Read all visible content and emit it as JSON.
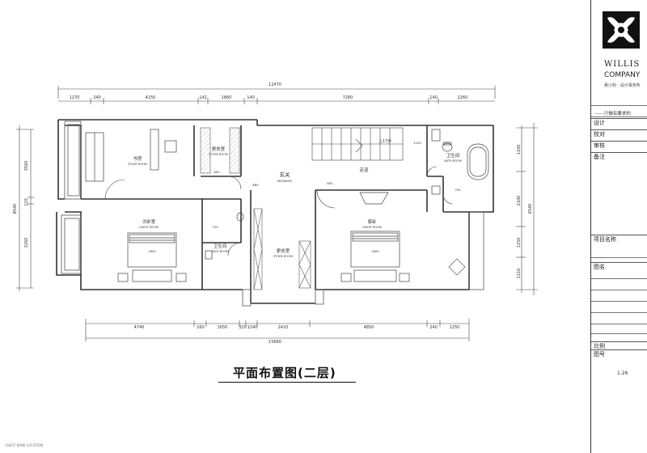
{
  "drawing": {
    "title": "平面布置图(二层)",
    "footer_note": "CHEST BANK LOCATION"
  },
  "dimensions": {
    "top_total": "12470",
    "top_segments": [
      "1270",
      "240",
      "4150",
      "142",
      "1860",
      "140",
      "7260",
      "140",
      "2260"
    ],
    "bottom_total": "15660",
    "bottom_segments": [
      "4740",
      "160",
      "1650",
      "320",
      "1240",
      "2410",
      "4850",
      "240",
      "1250"
    ],
    "left_total": "8540",
    "left_segments": [
      "3560",
      "120",
      "3260"
    ],
    "right_total": "6540",
    "right_segments": [
      "1100",
      "2100",
      "1150",
      "1110"
    ],
    "inner": [
      "1100",
      "850",
      "600",
      "720",
      "1800",
      "700",
      "1800",
      "880"
    ]
  },
  "rooms": {
    "study": {
      "cn": "书房",
      "en": "STUDY ROOM"
    },
    "store1": {
      "cn": "更衣室",
      "en": "STORE ROOM"
    },
    "entrance": {
      "cn": "玄关",
      "en": "ENTRANCE"
    },
    "corridor": {
      "cn": "走道",
      "en": ""
    },
    "stair": {
      "cn": "上17步",
      "en": ""
    },
    "bath1": {
      "cn": "卫生间",
      "en": "BATH ROOM"
    },
    "guest2": {
      "cn": "次卧室",
      "en": "GUEST ROOM"
    },
    "bath2": {
      "cn": "卫生间",
      "en": "BATH ROOM"
    },
    "store2": {
      "cn": "更衣室",
      "en": "STORE ROOM"
    },
    "guest1": {
      "cn": "客卧",
      "en": "GUEST ROOM"
    }
  },
  "title_block": {
    "company_line1": "WILLIS",
    "company_line2": "COMPANY",
    "company_line3": "吴小钧 · 设计事务所",
    "slogan": "------只做有要求的",
    "rows": [
      "设计",
      "校对",
      "审核",
      "备注",
      "项目名称",
      "图名",
      "比例",
      "图号"
    ],
    "scale_value": "1:26"
  },
  "colors": {
    "line": "#333333",
    "hatch": "#888888"
  }
}
